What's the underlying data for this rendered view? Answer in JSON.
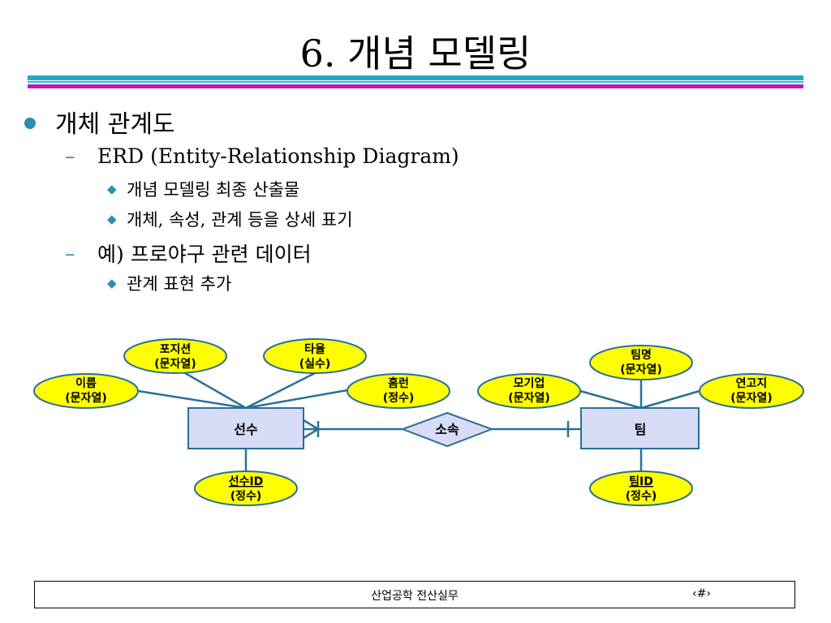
{
  "title": "6. 개념 모델링",
  "bullets": {
    "l1": "개체 관계도",
    "l2a": "ERD (Entity-Relationship Diagram)",
    "l3a": "개념 모델링 최종 산출물",
    "l3b": "개체, 속성, 관계 등을 상세 표기",
    "l2b": "예) 프로야구 관련 데이터",
    "l3c": "관계 표현 추가"
  },
  "erd": {
    "entity_player": "선수",
    "entity_team": "팀",
    "relationship": "소속",
    "attrs": {
      "position": [
        "포지션",
        "(문자열)"
      ],
      "batting": [
        "타율",
        "(실수)"
      ],
      "name": [
        "이름",
        "(문자열)"
      ],
      "homerun": [
        "홈런",
        "(정수)"
      ],
      "player_id": [
        "선수ID",
        "(정수)"
      ],
      "team_name": [
        "팀명",
        "(문자열)"
      ],
      "parent_co": [
        "모기업",
        "(문자열)"
      ],
      "home": [
        "연고지",
        "(문자열)"
      ],
      "team_id": [
        "팀ID",
        "(정수)"
      ]
    }
  },
  "footer": {
    "course": "산업공학 전산실무",
    "page": "‹#›"
  },
  "colors": {
    "entity_fill": "#d6dcf5",
    "attr_fill": "#ffff00",
    "line": "#2a6f98",
    "accent": "#2a8fb0",
    "bar_cyan": "#2aa8c8",
    "bar_magenta": "#b520b5"
  }
}
